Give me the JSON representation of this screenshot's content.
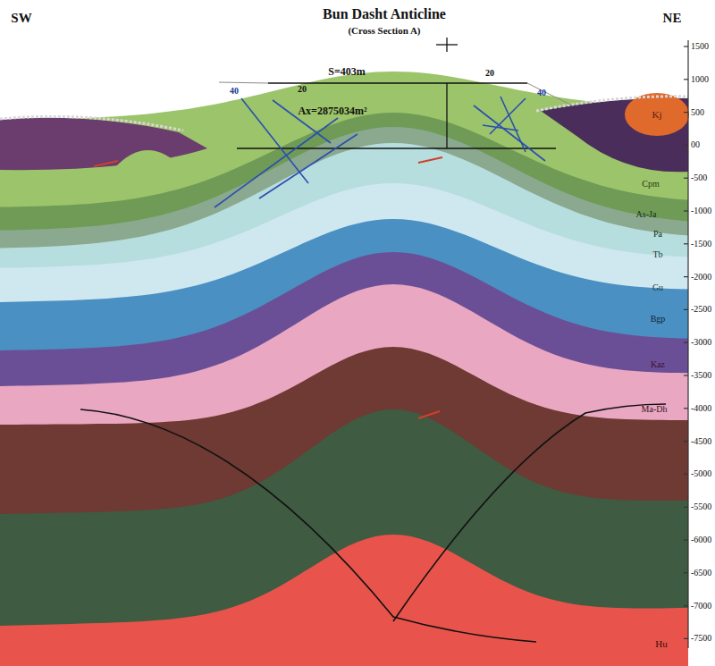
{
  "diagram": {
    "title": "Bun Dasht Anticline",
    "labels": [
      "(Cross Section A)",
      "SW",
      "NE",
      "S=403m",
      "Ax=2875034m²",
      "40",
      "20",
      "20",
      "40",
      "1500",
      "1000",
      "500",
      "00",
      "-500",
      "-1000",
      "-1500",
      "-2000",
      "-2500",
      "-3000",
      "-3500",
      "-4000",
      "-4500",
      "-5000",
      "-5500",
      "-6000",
      "-6500",
      "-7000",
      "-7500",
      "Kj",
      "Cpm",
      "As-Ja",
      "Pa",
      "Tb",
      "Gu",
      "Bgp",
      "Kaz",
      "Ma-Dh",
      "Hu"
    ]
  }
}
